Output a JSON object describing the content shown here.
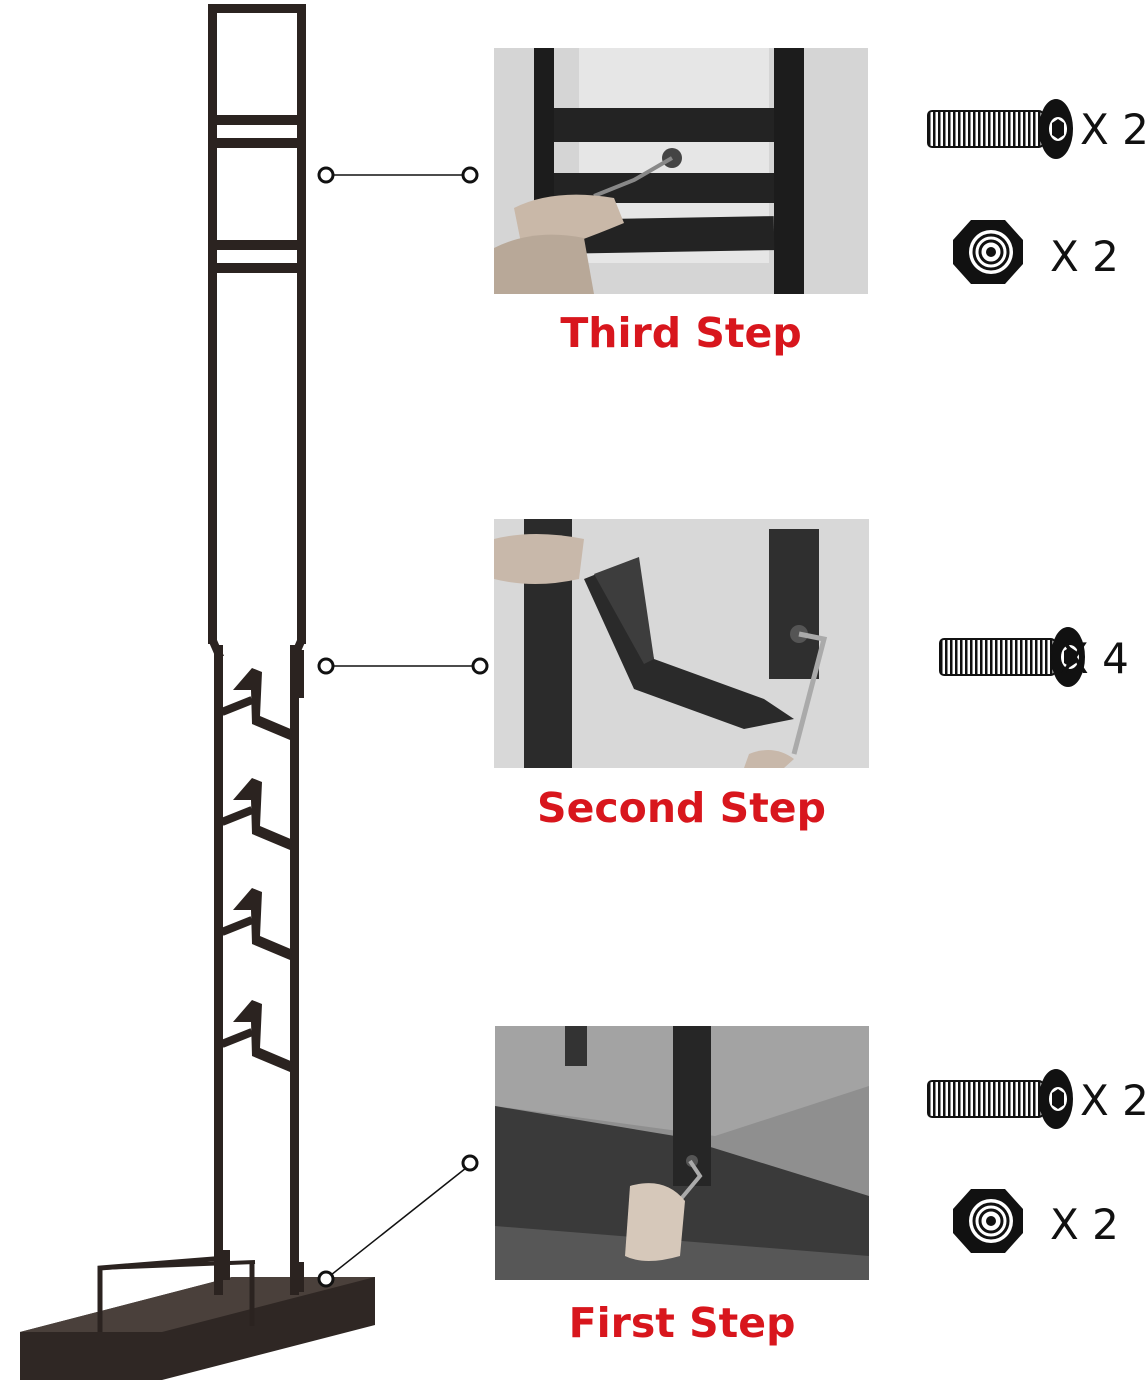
{
  "steps": [
    {
      "label": "Third Step"
    },
    {
      "label": "Second Step"
    },
    {
      "label": "First Step"
    }
  ],
  "hardware": [
    {
      "item": "screw",
      "icon": "screw-icon",
      "quantity": "X 2"
    },
    {
      "item": "nut",
      "icon": "hex-nut-icon",
      "quantity": "X 2"
    },
    {
      "item": "screw",
      "icon": "screw-icon",
      "quantity": "X 4"
    },
    {
      "item": "screw",
      "icon": "screw-icon",
      "quantity": "X 2"
    },
    {
      "item": "nut",
      "icon": "hex-nut-icon",
      "quantity": "X 2"
    }
  ],
  "colors": {
    "step_label": "#d8161d",
    "stand_metal": "#2b2320",
    "photo_background": "#d8d8d8"
  }
}
